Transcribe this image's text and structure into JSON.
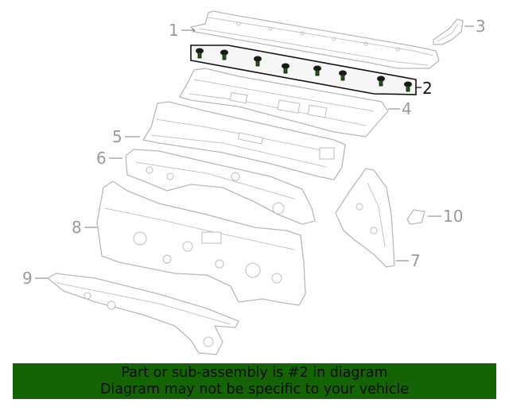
{
  "diagram": {
    "highlighted_part": "2",
    "highlight_color": "#146405",
    "callouts": [
      "1",
      "2",
      "3",
      "4",
      "5",
      "6",
      "7",
      "8",
      "9",
      "10"
    ]
  },
  "banner": {
    "line1": "Part or sub-assembly is #2 in diagram",
    "line2": "Diagram may not be specific to your vehicle",
    "background": "#146405"
  }
}
